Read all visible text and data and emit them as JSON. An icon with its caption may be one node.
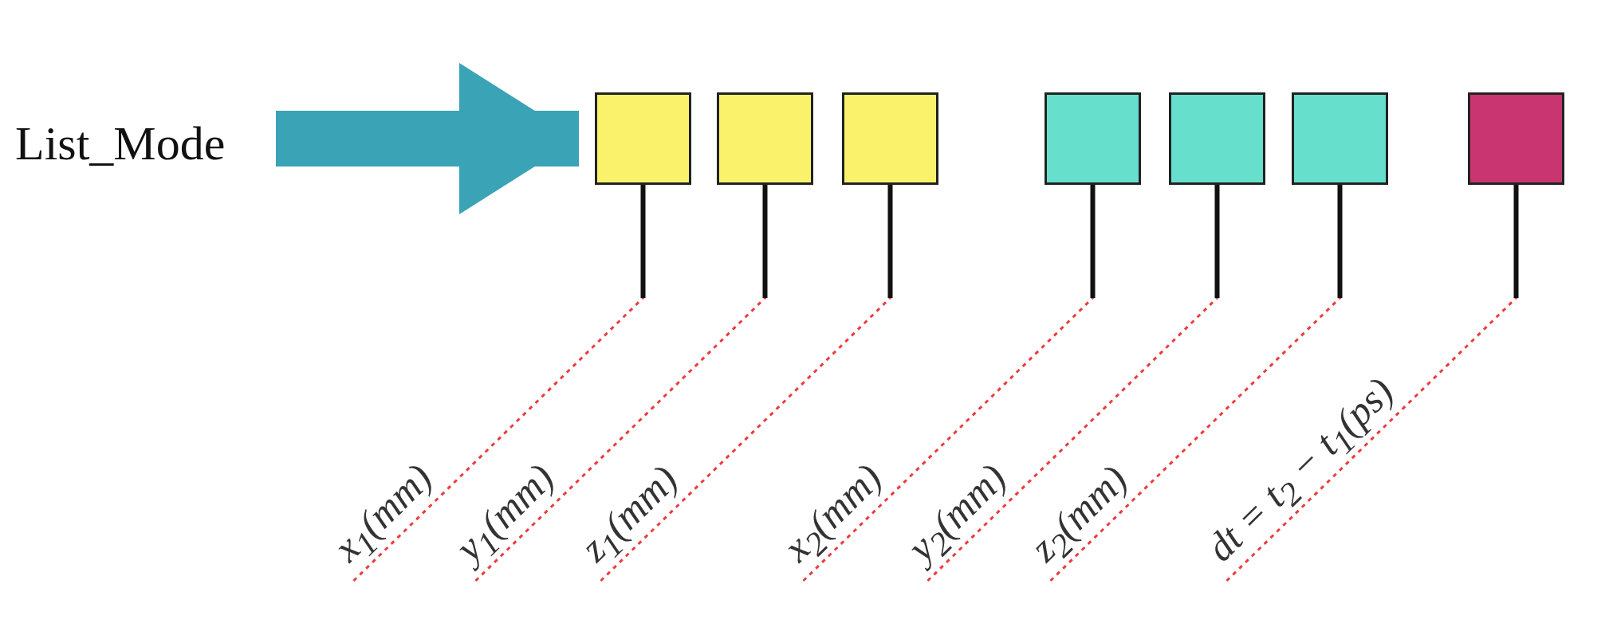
{
  "diagram": {
    "nodes": [
      {
        "text": [
          "List_Mode"
        ]
      },
      {
        "text": [],
        "shape": "box"
      },
      {
        "text": [],
        "shape": "box"
      },
      {
        "text": [],
        "shape": "box"
      },
      {
        "text": [],
        "shape": "box"
      },
      {
        "text": [],
        "shape": "box"
      },
      {
        "text": [],
        "shape": "box"
      },
      {
        "text": [],
        "shape": "box"
      },
      {
        "text": [
          "x$_{1}$(mm)"
        ]
      },
      {
        "text": [
          "y$_{1}$(mm)"
        ]
      },
      {
        "text": [
          "z$_{1}$(mm)"
        ]
      },
      {
        "text": [
          "x$_{2}$(mm)"
        ]
      },
      {
        "text": [
          "y$_{2}$(mm)"
        ]
      },
      {
        "text": [
          "z$_{2}$(mm)"
        ]
      },
      {
        "text": [
          "dt = t$_{2}$ − t$_{1}$(ps)"
        ]
      }
    ],
    "edges": [
      {
        "from": 0,
        "to": 1,
        "arrow": "to",
        "style": "thick",
        "color": "#3aa3b5"
      },
      {
        "from": 8,
        "to": 1,
        "arrow": "none",
        "style": "dashed"
      },
      {
        "from": 9,
        "to": 2,
        "arrow": "none",
        "style": "dashed"
      },
      {
        "from": 10,
        "to": 3,
        "arrow": "none",
        "style": "dashed"
      },
      {
        "from": 11,
        "to": 4,
        "arrow": "none",
        "style": "dashed"
      },
      {
        "from": 12,
        "to": 5,
        "arrow": "none",
        "style": "dashed"
      },
      {
        "from": 13,
        "to": 6,
        "arrow": "none",
        "style": "dashed"
      },
      {
        "from": 14,
        "to": 7,
        "arrow": "none",
        "style": "dashed"
      }
    ]
  }
}
